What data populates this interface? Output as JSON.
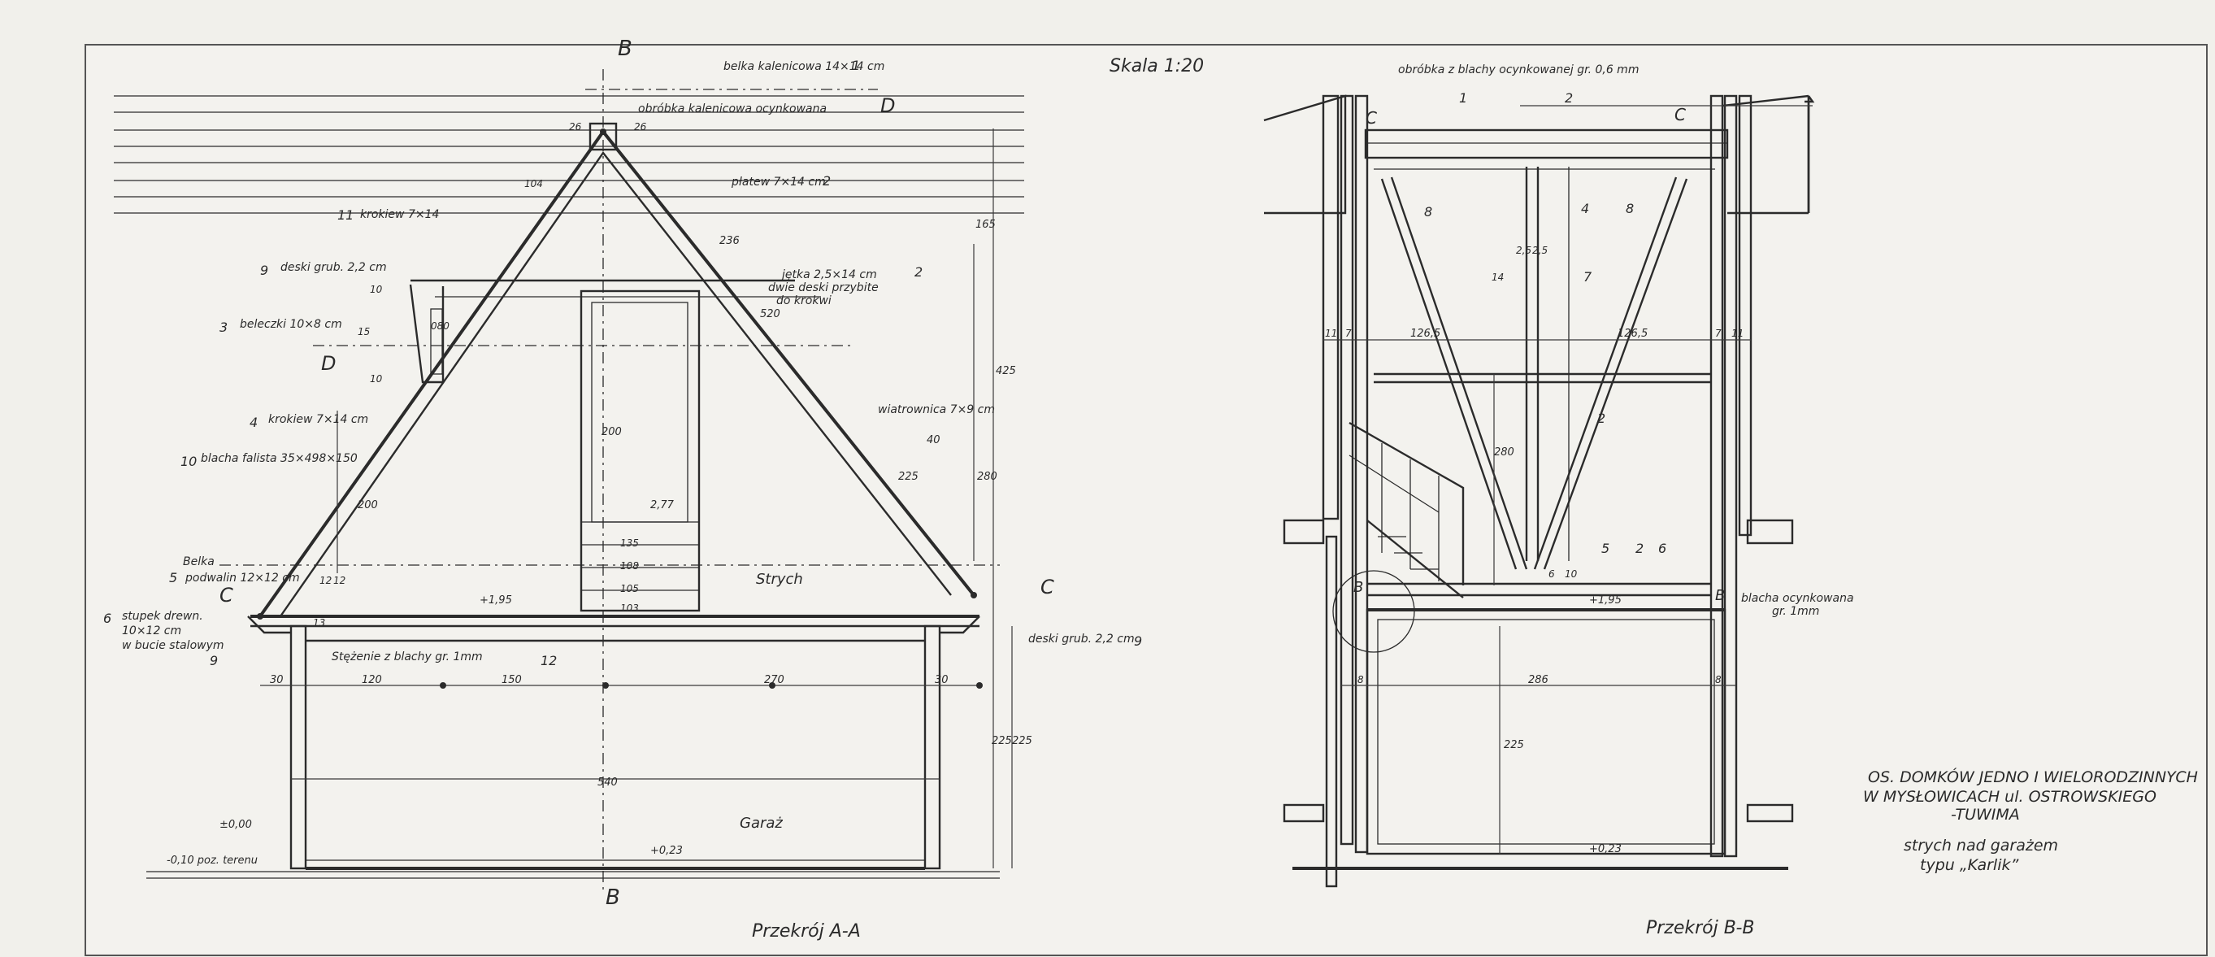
{
  "scale": "Skala 1:20",
  "section_aa": {
    "title": "Przekrój A-A",
    "cut_markers": {
      "b_top": "B",
      "b_bottom": "B",
      "d_right": "D",
      "d_left": "D",
      "c_left": "C",
      "c_right": "C"
    },
    "labels": {
      "l1": "belka kalenicowa 14×14 cm",
      "l1_num": "1",
      "l_ridge": "obróbka kalenicowa ocynkowana",
      "l2": "płatew 7×14 cm",
      "l2_num": "2",
      "l11": "krokiew 7×14",
      "l11_num": "11",
      "l9a": "deski grub. 2,2 cm",
      "l9a_num": "9",
      "l3": "beleczki 10×8 cm",
      "l3_num": "3",
      "l4": "krokiew 7×14 cm",
      "l4_num": "4",
      "l10": "blacha falista 35×498×150",
      "l10_num": "10",
      "l5a": "Belka",
      "l5b": "podwalin 12×12 cm",
      "l5_num": "5",
      "l6a": "stupek drewn.",
      "l6b": "10×12 cm",
      "l6c": "w bucie stalowym",
      "l6_num": "6",
      "l9_left": "9",
      "l_jetka_a": "jętka 2,5×14 cm",
      "l_jetka_b": "dwie deski przybite",
      "l_jetka_c": "do krokwi",
      "l_jetka_num": "2",
      "l_wiatr": "wiatrownica 7×9 cm",
      "l12": "Stężenie z blachy gr. 1mm",
      "l12_num": "12",
      "l9b": "deski grub. 2,2 cm",
      "l9b_num": "9",
      "strych": "Strych",
      "garaz": "Garaż",
      "lvl_000": "±0,00",
      "lvl_teren": "-0,10  poz. terenu",
      "lvl_023": "+0,23",
      "lvl_195": "+1,95",
      "lvl_277": "2,77",
      "dims": [
        "30",
        "120",
        "150",
        "270",
        "30",
        "540",
        "225",
        "225",
        "280",
        "425",
        "165",
        "200",
        "200",
        "236",
        "520",
        "40",
        "225",
        "105",
        "108",
        "135",
        "103",
        "12",
        "12",
        "13",
        "10",
        "10",
        "15",
        "26",
        "26",
        "104",
        "080"
      ]
    }
  },
  "section_bb": {
    "title": "Przekrój B-B",
    "labels": {
      "top_note": "obróbka z blachy ocynkowanej gr. 0,6 mm",
      "c_left": "C",
      "c_right": "C",
      "b_left": "B",
      "b_right": "B",
      "n1": "1",
      "n2": "2",
      "n4": "4",
      "n7": "7",
      "n8a": "8",
      "n8b": "8",
      "n2b": "2",
      "n5": "5",
      "n2c": "2",
      "n6": "6",
      "blacha_a": "blacha ocynkowana",
      "blacha_b": "gr. 1mm",
      "lvl_195": "+1,95",
      "lvl_023": "+0,23",
      "dims": [
        "126,5",
        "126,5",
        "11",
        "7",
        "7",
        "11",
        "286",
        "225",
        "280",
        "8",
        "8",
        "2,5",
        "2,5",
        "14",
        "6",
        "10"
      ]
    }
  },
  "title_block": {
    "line1": "OS. DOMKÓW JEDNO I WIELORODZINNYCH",
    "line2": "W MYSŁOWICACH  ul. OSTROWSKIEGO",
    "line3": "-TUWIMA",
    "line4": "strych nad garażem",
    "line5": "typu „Karlik”"
  }
}
